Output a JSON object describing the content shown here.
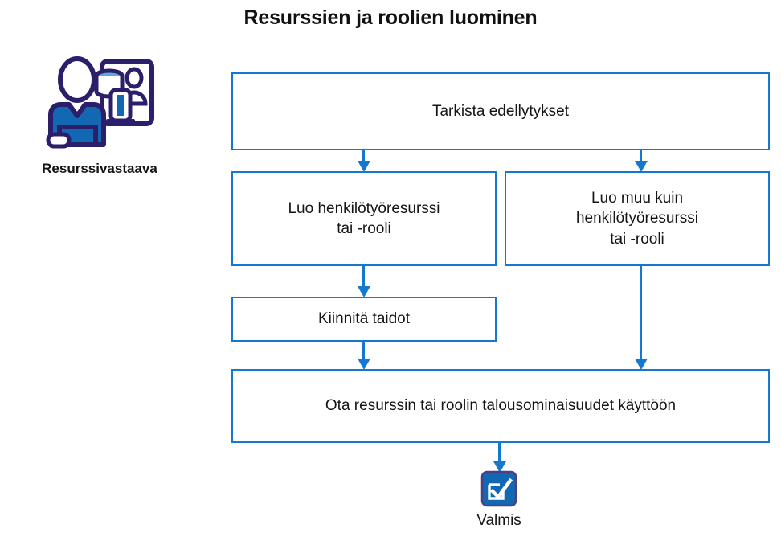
{
  "diagram": {
    "title": "Resurssien ja roolien luominen",
    "type": "flowchart",
    "colors": {
      "box_border": "#1479ce",
      "connector": "#1479ce",
      "icon_outline": "#2b1f6b",
      "icon_fill": "#1268b3",
      "background": "#ffffff",
      "text": "#151515"
    }
  },
  "actor": {
    "label": "Resurssivastaava",
    "icon_name": "resource-manager-icon"
  },
  "nodes": [
    {
      "id": "prereq",
      "label": "Tarkista edellytykset"
    },
    {
      "id": "person",
      "label": "Luo henkilötyöresurssi\ntai -rooli"
    },
    {
      "id": "nonperson",
      "label": "Luo muu kuin\nhenkilötyöresurssi\ntai -rooli"
    },
    {
      "id": "skills",
      "label": "Kiinnitä taidot"
    },
    {
      "id": "financials",
      "label": "Ota resurssin tai roolin talousominaisuudet käyttöön"
    }
  ],
  "end_node": {
    "label": "Valmis",
    "icon_name": "checkbox-checked-icon"
  },
  "edges": [
    {
      "from": "prereq",
      "to": "person"
    },
    {
      "from": "prereq",
      "to": "nonperson"
    },
    {
      "from": "person",
      "to": "skills"
    },
    {
      "from": "skills",
      "to": "financials"
    },
    {
      "from": "nonperson",
      "to": "financials"
    },
    {
      "from": "financials",
      "to": "end_node"
    }
  ]
}
